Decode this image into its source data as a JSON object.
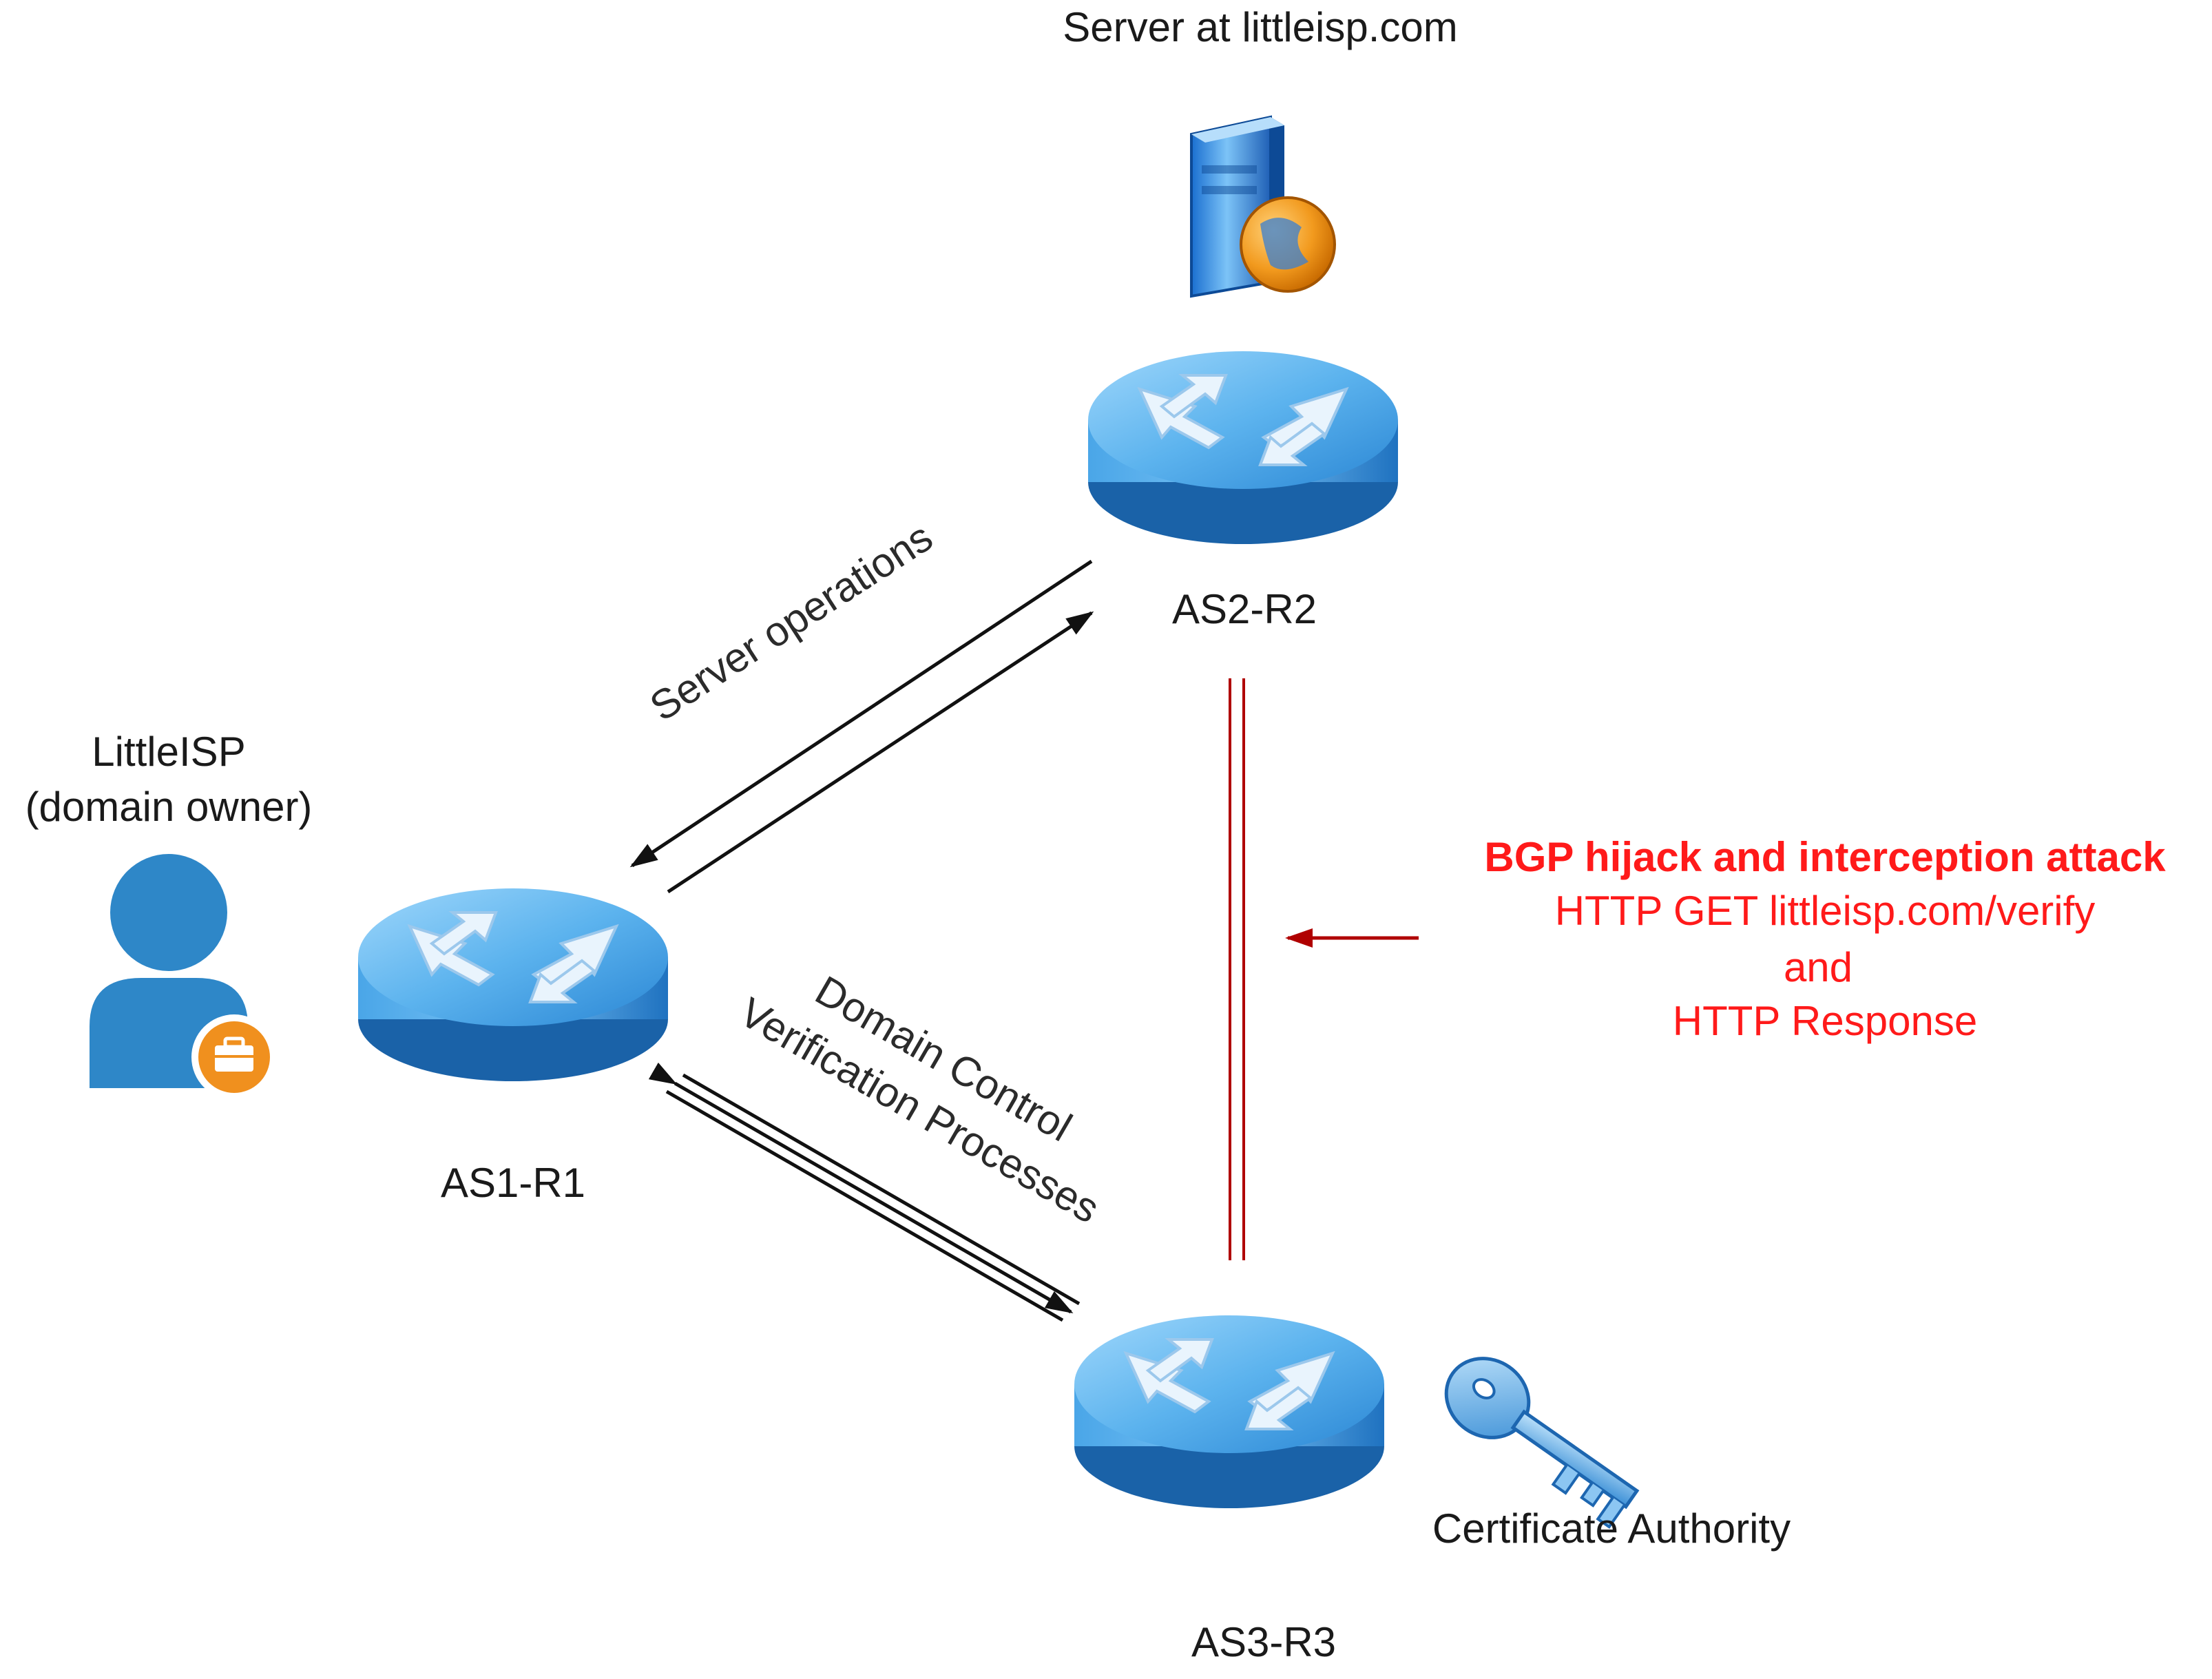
{
  "labels": {
    "server": "Server at littleisp.com",
    "owner_line1": "LittleISP",
    "owner_line2": "(domain owner)",
    "r1": "AS1-R1",
    "r2": "AS2-R2",
    "r3": "AS3-R3",
    "ca": "Certificate Authority",
    "server_ops": "Server operations",
    "dcv_line1": "Domain Control",
    "dcv_line2": "Verification Processes"
  },
  "attack": {
    "title": "BGP hijack and interception attack",
    "line1": "HTTP GET littleisp.com/verify",
    "line2": "and",
    "line3": "HTTP Response"
  },
  "colors": {
    "router_top": "#5cb3ee",
    "router_side": "#1f78c8",
    "attack": "#ff1a1a",
    "attack_link": "#b00000",
    "arrow": "#111111",
    "person": "#2e87c8",
    "badge": "#f0901e"
  },
  "icons": {
    "router": "router-icon",
    "server": "web-server-icon",
    "owner": "user-with-briefcase-icon",
    "ca": "key-icon"
  }
}
